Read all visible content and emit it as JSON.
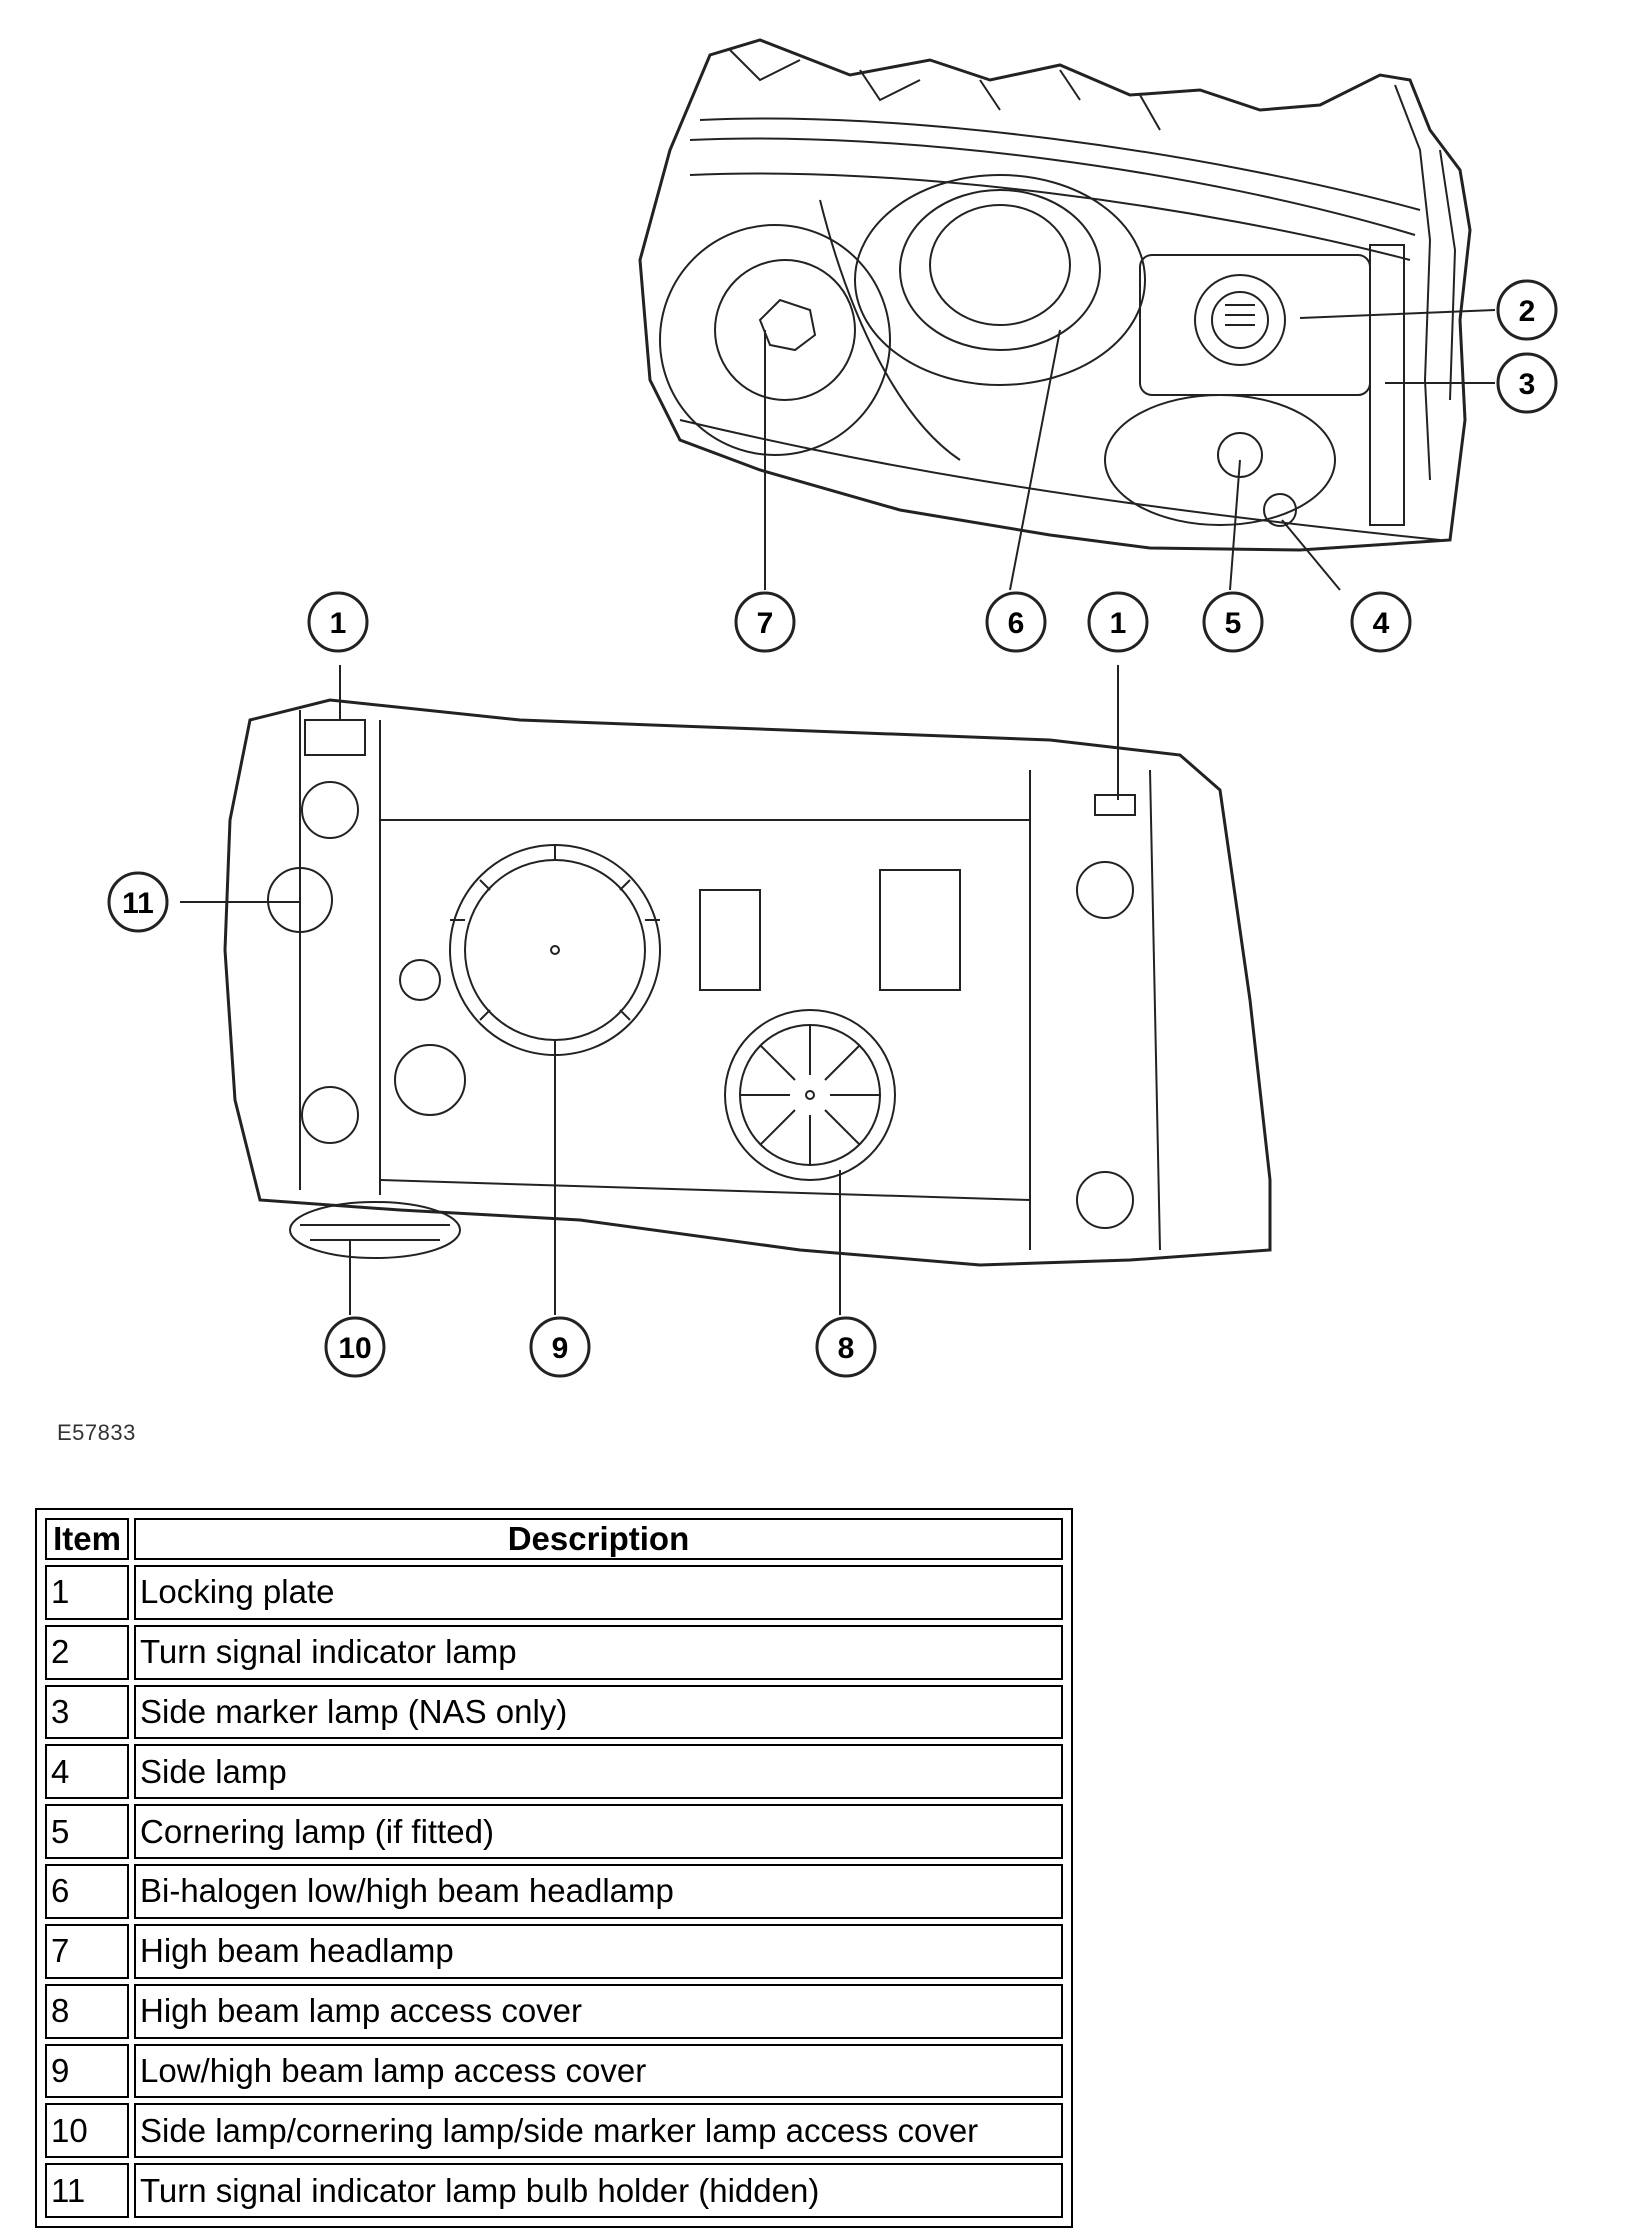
{
  "diagram": {
    "figure_ref": "E57833",
    "callouts_top": [
      "2",
      "3",
      "7",
      "6",
      "1",
      "5",
      "4"
    ],
    "callouts_bottom": [
      "1",
      "11",
      "10",
      "9",
      "8"
    ]
  },
  "legend": {
    "headers": [
      "Item",
      "Description"
    ],
    "rows": [
      {
        "item": "1",
        "description": "Locking plate"
      },
      {
        "item": "2",
        "description": "Turn signal indicator lamp"
      },
      {
        "item": "3",
        "description": "Side marker lamp (NAS only)"
      },
      {
        "item": "4",
        "description": "Side lamp"
      },
      {
        "item": "5",
        "description": "Cornering lamp (if fitted)"
      },
      {
        "item": "6",
        "description": "Bi-halogen low/high beam headlamp"
      },
      {
        "item": "7",
        "description": "High beam headlamp"
      },
      {
        "item": "8",
        "description": "High beam lamp access cover"
      },
      {
        "item": "9",
        "description": "Low/high beam lamp access cover"
      },
      {
        "item": "10",
        "description": "Side lamp/cornering lamp/side marker lamp access cover"
      },
      {
        "item": "11",
        "description": "Turn signal indicator lamp bulb holder (hidden)"
      }
    ]
  }
}
